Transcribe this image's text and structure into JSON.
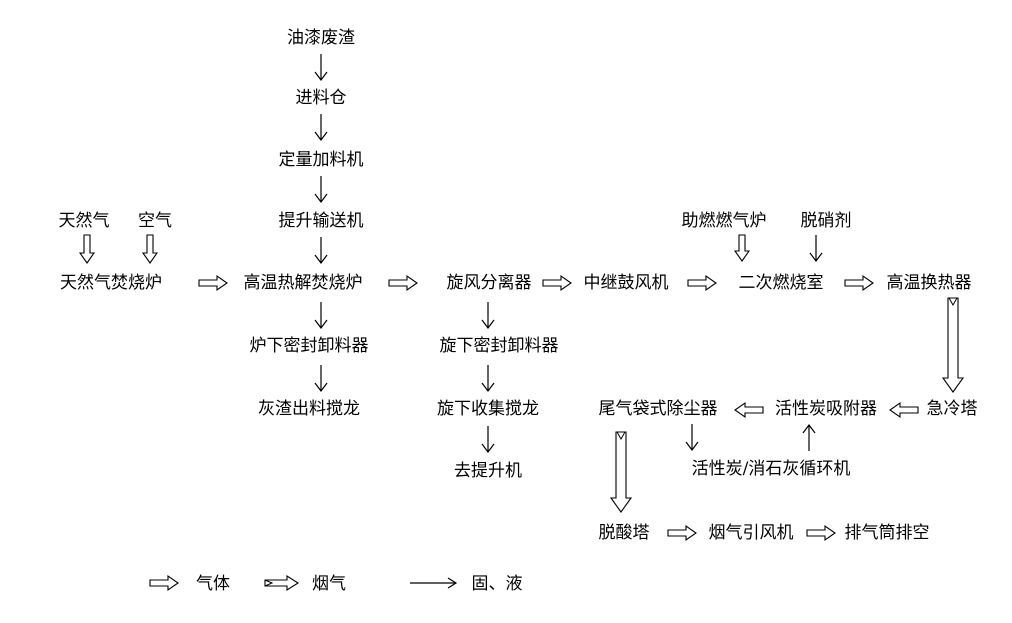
{
  "nodes": {
    "paint_waste": "油漆废渣",
    "feed_bin": "进料仓",
    "quant_feeder": "定量加料机",
    "lift_conveyor": "提升输送机",
    "natural_gas": "天然气",
    "air": "空气",
    "ng_incinerator": "天然气焚烧炉",
    "ht_pyrolysis": "高温热解焚烧炉",
    "furnace_seal": "炉下密封卸料器",
    "ash_auger": "灰渣出料搅龙",
    "cyclone": "旋风分离器",
    "cyclone_seal": "旋下密封卸料器",
    "cyclone_auger": "旋下收集搅龙",
    "to_lift": "去提升机",
    "relay_fan": "中继鼓风机",
    "aux_burner": "助燃燃气炉",
    "denitrifier": "脱硝剂",
    "secondary_chamber": "二次燃烧室",
    "ht_exchanger": "高温换热器",
    "quench_tower": "急冷塔",
    "ac_adsorber": "活性炭吸附器",
    "bag_filter": "尾气袋式除尘器",
    "ac_lime_circ": "活性炭/消石灰循环机",
    "deacid_tower": "脱酸塔",
    "flue_fan": "烟气引风机",
    "stack": "排气筒排空"
  },
  "legend": {
    "gas": "气体",
    "flue_gas": "烟气",
    "solid_liquid": "固、液"
  }
}
